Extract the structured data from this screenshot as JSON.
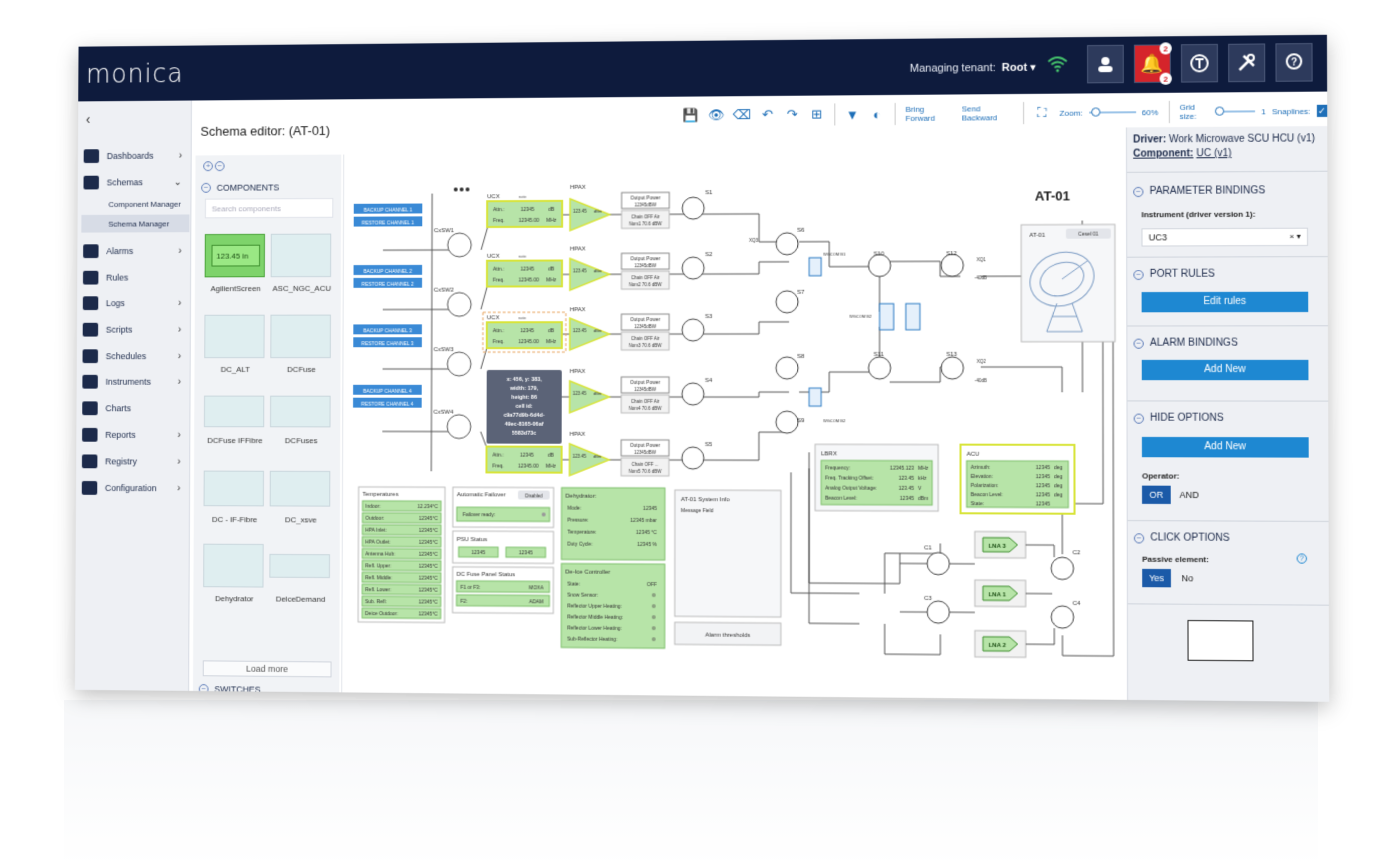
{
  "app": {
    "logo": "monica",
    "tenant_label": "Managing tenant:",
    "tenant_value": "Root ▾",
    "alarm_count_top": "2",
    "alarm_count_bottom": "2"
  },
  "sidebar": {
    "collapse": "‹",
    "items": [
      {
        "label": "Dashboards",
        "icon": "dashboard-icon",
        "chev": "›"
      },
      {
        "label": "Schemas",
        "icon": "schema-icon",
        "chev": "⌄"
      },
      {
        "label": "Alarms",
        "icon": "bell-icon",
        "chev": "›"
      },
      {
        "label": "Rules",
        "icon": "rules-icon",
        "chev": ""
      },
      {
        "label": "Logs",
        "icon": "logs-icon",
        "chev": "›"
      },
      {
        "label": "Scripts",
        "icon": "scripts-icon",
        "chev": "›"
      },
      {
        "label": "Schedules",
        "icon": "calendar-icon",
        "chev": "›"
      },
      {
        "label": "Instruments",
        "icon": "instrument-icon",
        "chev": "›"
      },
      {
        "label": "Charts",
        "icon": "chart-icon",
        "chev": ""
      },
      {
        "label": "Reports",
        "icon": "report-icon",
        "chev": "›"
      },
      {
        "label": "Registry",
        "icon": "registry-icon",
        "chev": "›"
      },
      {
        "label": "Configuration",
        "icon": "gear-icon",
        "chev": "›"
      }
    ],
    "sub": [
      "Component Manager",
      "Schema Manager"
    ]
  },
  "page": {
    "title": "Schema editor: (AT-01)"
  },
  "toolbar": {
    "bring_forward": "Bring Forward",
    "send_backward": "Send Backward",
    "zoom_label": "Zoom:",
    "zoom_value": "60%",
    "grid_label": "Grid size:",
    "grid_value": "1",
    "snaplines": "Snaplines:"
  },
  "components": {
    "header": "COMPONENTS",
    "search_placeholder": "Search components",
    "tiles": [
      {
        "name": "AgilientScreen",
        "screen": "123.45 in"
      },
      {
        "name": "ASC_NGC_ACU"
      },
      {
        "name": "DC_ALT"
      },
      {
        "name": "DCFuse"
      },
      {
        "name": "DCFuse IFFibre"
      },
      {
        "name": "DCFuses"
      },
      {
        "name": "DC - IF-Fibre"
      },
      {
        "name": "DC_xsve"
      },
      {
        "name": "Dehydrator"
      },
      {
        "name": "DelceDemand"
      }
    ],
    "load_more": "Load more",
    "switches": "SWITCHES"
  },
  "canvas": {
    "title": "AT-01",
    "backup": [
      "BACKUP CHANNEL 1",
      "BACKUP CHANNEL 2",
      "BACKUP CHANNEL 3",
      "BACKUP CHANNEL 4"
    ],
    "restore": [
      "RESTORE CHANNEL 1",
      "RESTORE CHANNEL 2",
      "RESTORE CHANNEL 3",
      "RESTORE CHANNEL 4"
    ],
    "cxsw": [
      "CxSW1",
      "CxSW2",
      "CxSW3",
      "CxSW4"
    ],
    "ucx_label": "UCX",
    "ucx_note": "note",
    "attn_label": "Attn.:",
    "attn_value": "12345",
    "attn_unit": "dB",
    "freq_label": "Freq.",
    "freq_value": "12345.00",
    "freq_unit": "MHz",
    "hpax_label": "HPAX",
    "hpax_value": "123.45",
    "hpax_unit": "dBm",
    "op_title": "Output Power",
    "op_value": "12345dBW",
    "op_chain": [
      "Chain OFF Air",
      "Chain OFF Air",
      "Chain OFF Air",
      "Chain OFF Air",
      "Chain OFF ..."
    ],
    "op_nom": [
      "Nom1 70.6 dBW",
      "Nom2 70.6 dBW",
      "Nom3 70.6 dBW",
      "Nom4 70.6 dBW",
      "Nom5 70.6 dBW"
    ],
    "s_labels": [
      "S1",
      "S2",
      "S3",
      "S4",
      "S5",
      "S6",
      "S7",
      "S8",
      "S9",
      "S10",
      "S11",
      "S12",
      "S13"
    ],
    "xq": [
      "XQ1",
      "XQ2",
      "XQ3"
    ],
    "db40": "-40dB",
    "wg": [
      "WGCOM B1",
      "WGCOM B2",
      "WGCOM B2"
    ],
    "tooltip": [
      "x: 456, y: 383,",
      "width: 179,",
      "height: 86",
      "cell id:",
      "c9a77d9b-6d4d-",
      "49ec-8165-06af",
      "5583d73c"
    ],
    "antenna": {
      "label": "AT-01",
      "tag": "Cesel 01"
    },
    "temps": {
      "title": "Temperatures",
      "rows": [
        [
          "Indoor:",
          "12.234°C"
        ],
        [
          "Outdoor:",
          "12345°C"
        ],
        [
          "HPA Inlet:",
          "12345°C"
        ],
        [
          "HPA Outlet:",
          "12345°C"
        ],
        [
          "Antenna Hub:",
          "12345°C"
        ],
        [
          "Refl. Upper:",
          "12345°C"
        ],
        [
          "Refl. Middle:",
          "12345°C"
        ],
        [
          "Refl. Lower:",
          "12345°C"
        ],
        [
          "Sub. Refl:",
          "12345°C"
        ],
        [
          "Deice Outdoor:",
          "12345°C"
        ]
      ]
    },
    "failover": {
      "title": "Automatic Failover",
      "toggle": "Disabled",
      "status": "Failover ready:"
    },
    "psu": {
      "title": "PSU Status",
      "v1": "12345",
      "v2": "12345"
    },
    "fuse": {
      "title": "DC Fuse Panel Status",
      "f1": "F1 or F3:",
      "f1v": "MOXA",
      "f2": "F2:",
      "f2v": "ADAM"
    },
    "dehyd": {
      "title": "Dehydrator:",
      "rows": [
        [
          "Mode:",
          "12345"
        ],
        [
          "Pressure:",
          "12345 mbar"
        ],
        [
          "Temperature:",
          "12345 °C"
        ],
        [
          "Duty Cycle:",
          "12345 %"
        ]
      ]
    },
    "deice": {
      "title": "De-Ice Controller",
      "rows": [
        [
          "State:",
          "OFF"
        ],
        [
          "Snow Sensor:",
          ""
        ],
        [
          "Reflector Upper Heating:",
          ""
        ],
        [
          "Reflector Middle Heating:",
          ""
        ],
        [
          "Reflector Lower Heating:",
          ""
        ],
        [
          "Sub-Reflector Heating:",
          ""
        ]
      ]
    },
    "sysinfo": {
      "title": "AT-01 System Info",
      "field": "Message Field",
      "button": "Alarm thresholds"
    },
    "lbrx": {
      "title": "LBRX",
      "rows": [
        [
          "Frequency:",
          "12345.123",
          "MHz"
        ],
        [
          "Freq. Tracking Offset:",
          "123.45",
          "kHz"
        ],
        [
          "Analog Output Voltage:",
          "123.45",
          "V"
        ],
        [
          "Beacon Level:",
          "12345",
          "dBm"
        ]
      ]
    },
    "acu": {
      "title": "ACU",
      "rows": [
        [
          "Azimuth:",
          "12345",
          "deg"
        ],
        [
          "Elevation:",
          "12345",
          "deg"
        ],
        [
          "Polarization:",
          "12345",
          "deg"
        ],
        [
          "Beacon Level:",
          "12345",
          "deg"
        ],
        [
          "State:",
          "12345",
          ""
        ]
      ]
    },
    "lna": [
      "LNA 3",
      "LNA 1",
      "LNA 2"
    ],
    "c_labels": [
      "C1",
      "C2",
      "C3",
      "C4"
    ]
  },
  "right": {
    "driver_label": "Driver:",
    "driver_value": "Work Microwave SCU HCU (v1)",
    "component_label": "Component:",
    "component_value": "UC (v1)",
    "param": "PARAMETER BINDINGS",
    "instrument_label": "Instrument (driver version 1):",
    "instrument_value": "UC3",
    "port": "PORT RULES",
    "edit_rules": "Edit rules",
    "alarm": "ALARM BINDINGS",
    "add_new": "Add New",
    "hide": "HIDE OPTIONS",
    "add_new2": "Add New",
    "operator": "Operator:",
    "or": "OR",
    "and": "AND",
    "click": "CLICK OPTIONS",
    "passive": "Passive element:",
    "yes": "Yes",
    "no": "No"
  },
  "colors": {
    "navy": "#0e1b3d",
    "accent": "#1e88d2",
    "green": "#b7e4a8",
    "alarm": "#d5242b"
  }
}
